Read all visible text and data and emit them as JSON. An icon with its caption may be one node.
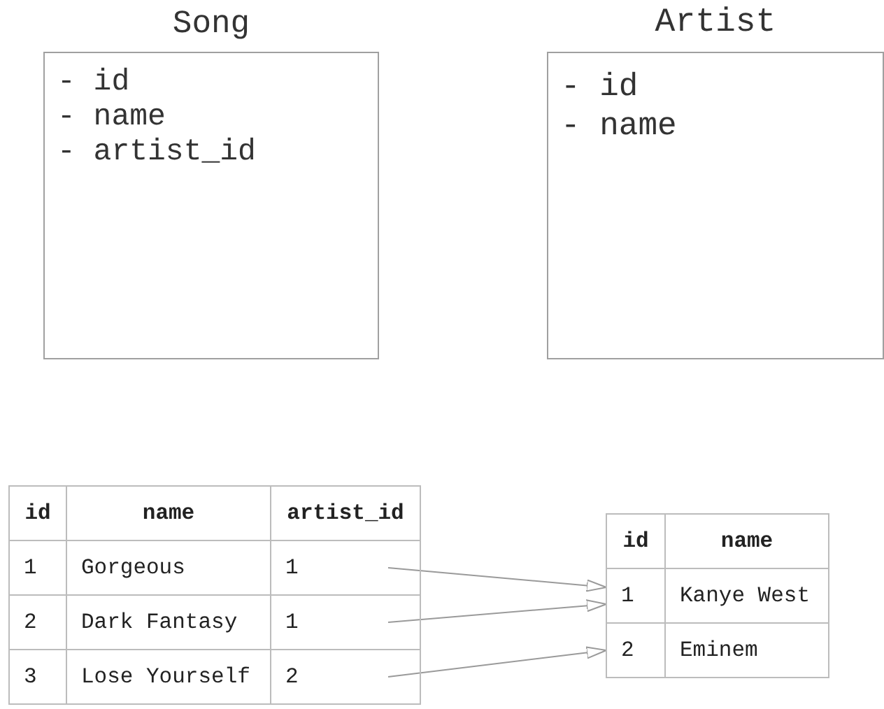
{
  "diagram": {
    "nodes": [
      {
        "text": [
          "Song",
          "- id",
          "- name",
          "- artist_id"
        ]
      },
      {
        "text": [
          "Artist",
          "- id",
          "- name"
        ]
      },
      {
        "text": [
          "1"
        ]
      },
      {
        "text": [
          "1"
        ]
      },
      {
        "text": [
          "1"
        ]
      },
      {
        "text": [
          "2"
        ]
      },
      {
        "text": [
          "2"
        ]
      }
    ],
    "edges": [
      {
        "from": 2,
        "to": 3,
        "arrow": "to"
      },
      {
        "from": 4,
        "to": 3,
        "arrow": "to"
      },
      {
        "from": 6,
        "to": 5,
        "arrow": "to"
      }
    ],
    "labels": [
      "id",
      "name",
      "artist_id",
      "1",
      "Gorgeous",
      "2",
      "Dark Fantasy",
      "3",
      "Lose Yourself",
      "id",
      "name",
      "Kanye West",
      "Eminem"
    ]
  }
}
